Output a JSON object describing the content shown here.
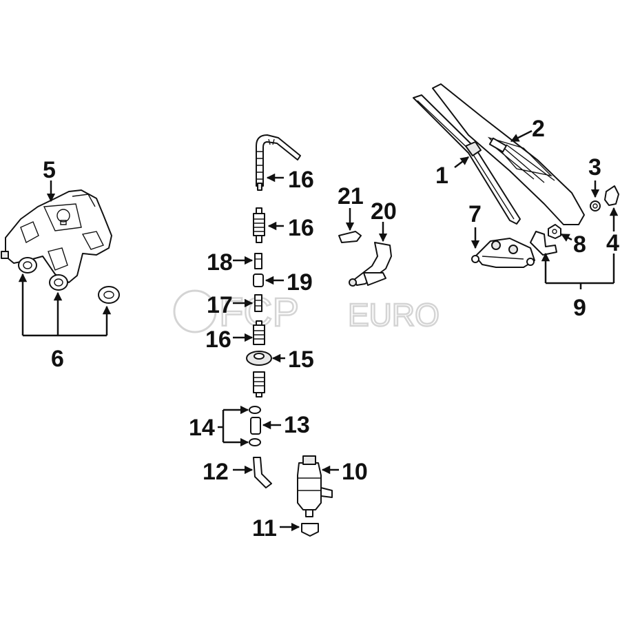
{
  "watermark": {
    "brand_a": "FCP",
    "brand_b": "EURO"
  },
  "callouts": {
    "c1": "1",
    "c2": "2",
    "c3": "3",
    "c4": "4",
    "c5": "5",
    "c6": "6",
    "c7": "7",
    "c8": "8",
    "c9": "9",
    "c10": "10",
    "c11": "11",
    "c12": "12",
    "c13": "13",
    "c14": "14",
    "c15": "15",
    "c16a": "16",
    "c16b": "16",
    "c16c": "16",
    "c17": "17",
    "c18": "18",
    "c19": "19",
    "c20": "20",
    "c21": "21"
  }
}
